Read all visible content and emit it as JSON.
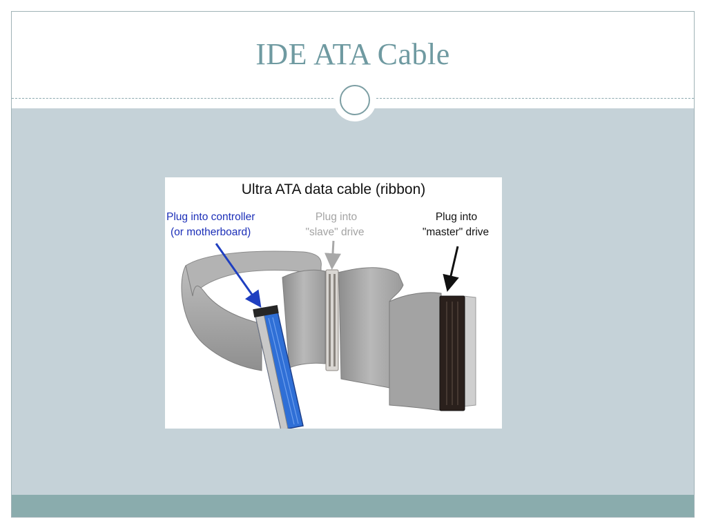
{
  "slide": {
    "title": "IDE ATA Cable",
    "colors": {
      "title": "#6f9aa1",
      "content_background": "#c5d2d8",
      "footer": "#8aacad"
    }
  },
  "diagram": {
    "heading": "Ultra ATA data cable (ribbon)",
    "labels": {
      "controller_line1": "Plug into controller",
      "controller_line2": "(or motherboard)",
      "slave_line1": "Plug into",
      "slave_line2": "\"slave\" drive",
      "master_line1": "Plug into",
      "master_line2": "\"master\" drive"
    },
    "connectors": {
      "controller_color": "#2f6fd6",
      "slave_color": "#d9d6d2",
      "master_color": "#2a201c"
    },
    "ribbon_color": "#a9a9a9"
  }
}
